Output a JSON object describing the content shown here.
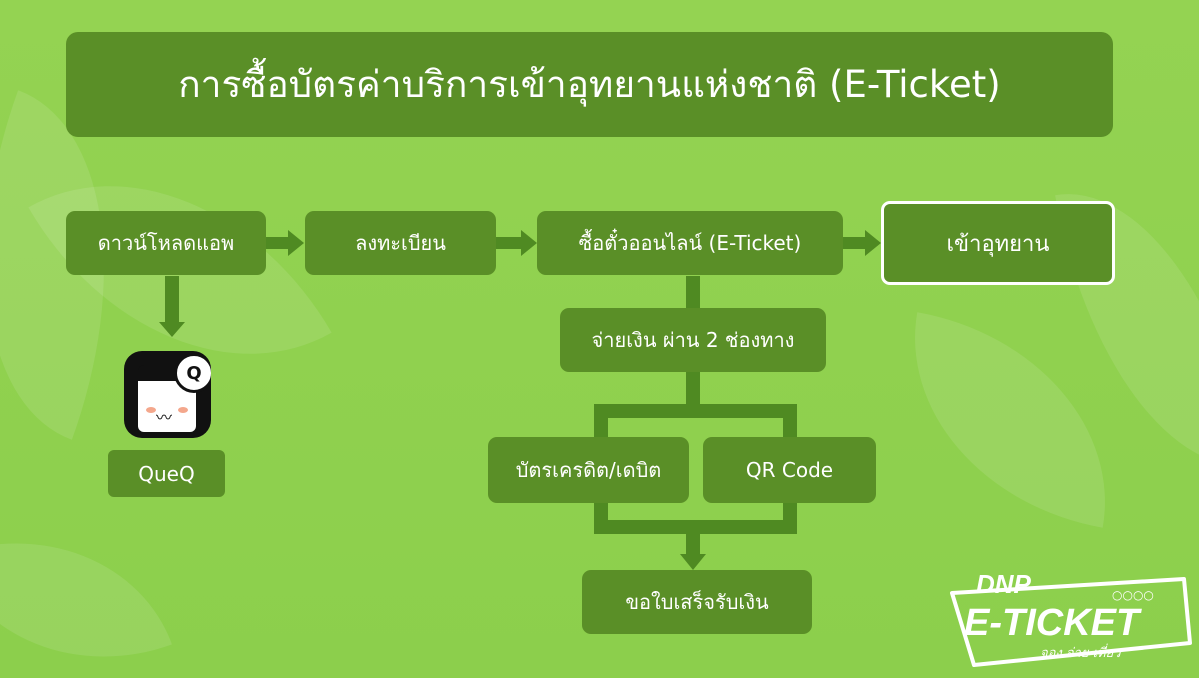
{
  "title": "การซื้อบัตรค่าบริการเข้าอุทยานแห่งชาติ (E-Ticket)",
  "steps": {
    "download": "ดาวน์โหลดแอพ",
    "register": "ลงทะเบียน",
    "buy": "ซื้อตั๋วออนไลน์ (E-Ticket)",
    "enter": "เข้าอุทยาน",
    "pay": "จ่ายเงิน ผ่าน 2 ช่องทาง",
    "card": "บัตรเครดิต/เดบิต",
    "qr": "QR Code",
    "receipt": "ขอใบเสร็จรับเงิน",
    "app_name": "QueQ"
  },
  "app_icon": {
    "name": "queq-app-icon",
    "bubble_letter": "Q"
  },
  "logo": {
    "line1": "DNP",
    "line2": "E-TICKET",
    "tagline": "จอง จ่าย เที่ยว",
    "dots": "○○○○"
  },
  "colors": {
    "background": "#8ccc4a",
    "box": "#5a8f27",
    "connector": "#4f8a22",
    "text": "#ffffff"
  }
}
